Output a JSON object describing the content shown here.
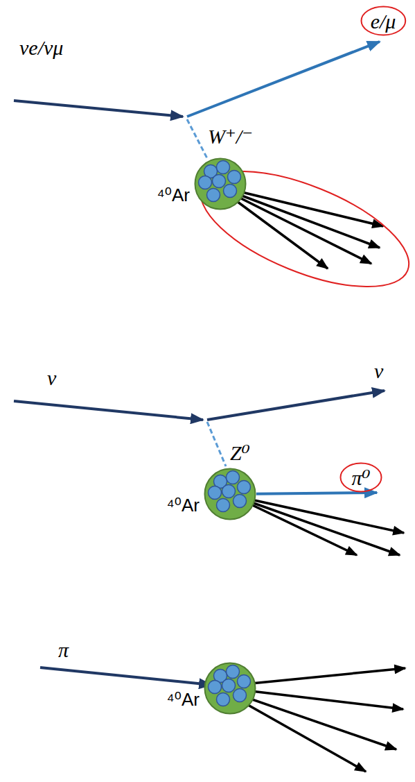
{
  "diagram": {
    "nodes": [
      {
        "text": [
          "e/μ"
        ]
      },
      {
        "text": [
          "⁴⁰Ar"
        ]
      },
      {
        "text": [
          "⁴⁰Ar"
        ]
      },
      {
        "text": [
          "π⁰"
        ]
      },
      {
        "text": [
          "⁴⁰Ar"
        ]
      }
    ],
    "edges": [
      {
        "from": 2,
        "to": 3,
        "arrow": "to"
      }
    ],
    "labels": [
      "νe/νμ",
      "W⁺/⁻",
      "ν",
      "ν",
      "Z⁰",
      "π"
    ]
  }
}
